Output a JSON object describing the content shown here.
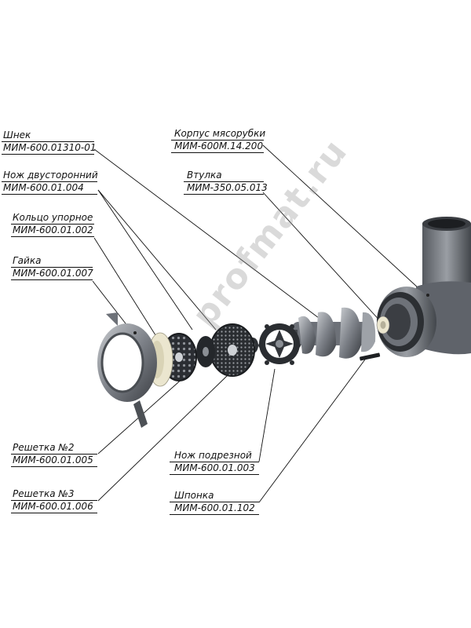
{
  "watermark": "profmat.ru",
  "colors": {
    "metal_dark": "#3a3d42",
    "metal_mid": "#7d8188",
    "metal_light": "#c9ccd0",
    "ring": "#ebe6cf",
    "line": "#111111"
  },
  "callouts": [
    {
      "id": "shnek",
      "name": "Шнек",
      "code": "МИМ-600.01310-01"
    },
    {
      "id": "nozh-dvust",
      "name": "Нож двусторонний",
      "code": "МИМ-600.01.004"
    },
    {
      "id": "koltso",
      "name": "Кольцо упорное",
      "code": "МИМ-600.01.002"
    },
    {
      "id": "gaika",
      "name": "Гайка",
      "code": "МИМ-600.01.007"
    },
    {
      "id": "korpus",
      "name": "Корпус мясорубки",
      "code": "МИМ-600М.14.200"
    },
    {
      "id": "vtulka",
      "name": "Втулка",
      "code": "МИМ-350.05.013"
    },
    {
      "id": "reshetka2",
      "name": "Решетка №2",
      "code": "МИМ-600.01.005"
    },
    {
      "id": "reshetka3",
      "name": "Решетка №3",
      "code": "МИМ-600.01.006"
    },
    {
      "id": "nozh-podrez",
      "name": "Нож подрезной",
      "code": "МИМ-600.01.003"
    },
    {
      "id": "shponka",
      "name": "Шпонка",
      "code": "МИМ-600.01.102"
    }
  ]
}
